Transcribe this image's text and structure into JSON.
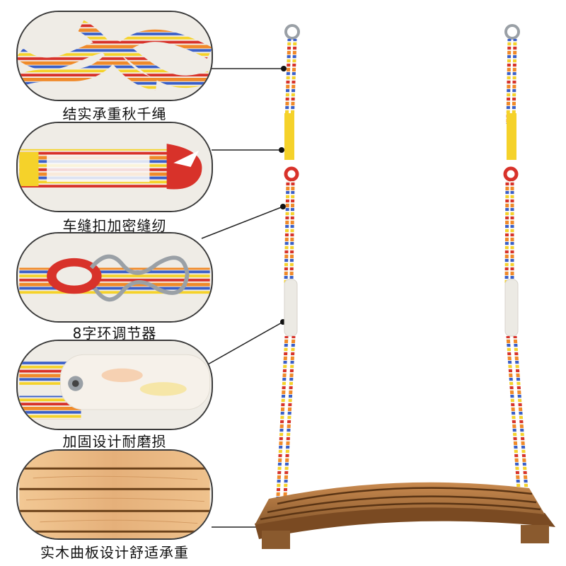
{
  "features": [
    {
      "id": "rope",
      "caption": "结实承重秋千绳",
      "icon": "knot-closeup"
    },
    {
      "id": "stitch",
      "caption": "车缝扣加密缝纫",
      "icon": "stitched-loop-closeup"
    },
    {
      "id": "adjuster",
      "caption": "8字环调节器",
      "icon": "figure-eight-ring-closeup"
    },
    {
      "id": "sleeve",
      "caption": "加固设计耐磨损",
      "icon": "protective-sleeve-closeup"
    },
    {
      "id": "seat",
      "caption": "实木曲板设计舒适承重",
      "icon": "wood-board-closeup"
    }
  ],
  "colors": {
    "rope_orange": "#f08a2a",
    "rope_blue": "#3a5fc8",
    "rope_red": "#d8322a",
    "rope_yellow": "#f5d22a",
    "wood_light": "#e8b883",
    "wood_dark": "#9a6230",
    "ring_red": "#d8322a"
  }
}
